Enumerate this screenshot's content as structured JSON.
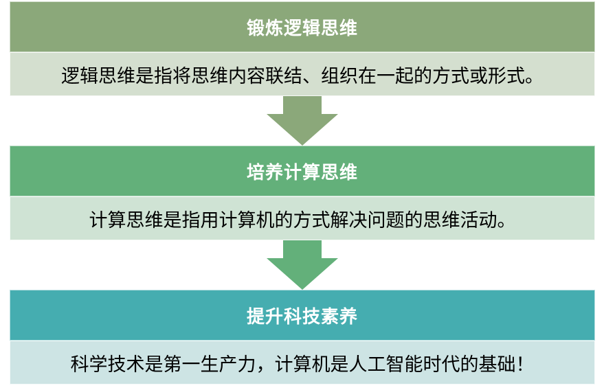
{
  "steps": [
    {
      "title": "锻炼逻辑思维",
      "text": "逻辑思维是指将思维内容联结、组织在一起的方式或形式。",
      "header_color": "#8ba87a",
      "body_color": "#d4dfcf"
    },
    {
      "title": "培养计算思维",
      "text": "计算思维是指用计算机的方式解决问题的思维活动。",
      "header_color": "#63b07a",
      "body_color": "#cfe3d4"
    },
    {
      "title": "提升科技素养",
      "text": "科学技术是第一生产力，计算机是人工智能时代的基础！",
      "header_color": "#45adb0",
      "body_color": "#cde4e4"
    }
  ],
  "arrows": [
    {
      "color": "#8ba87a"
    },
    {
      "color": "#63b07a"
    }
  ]
}
